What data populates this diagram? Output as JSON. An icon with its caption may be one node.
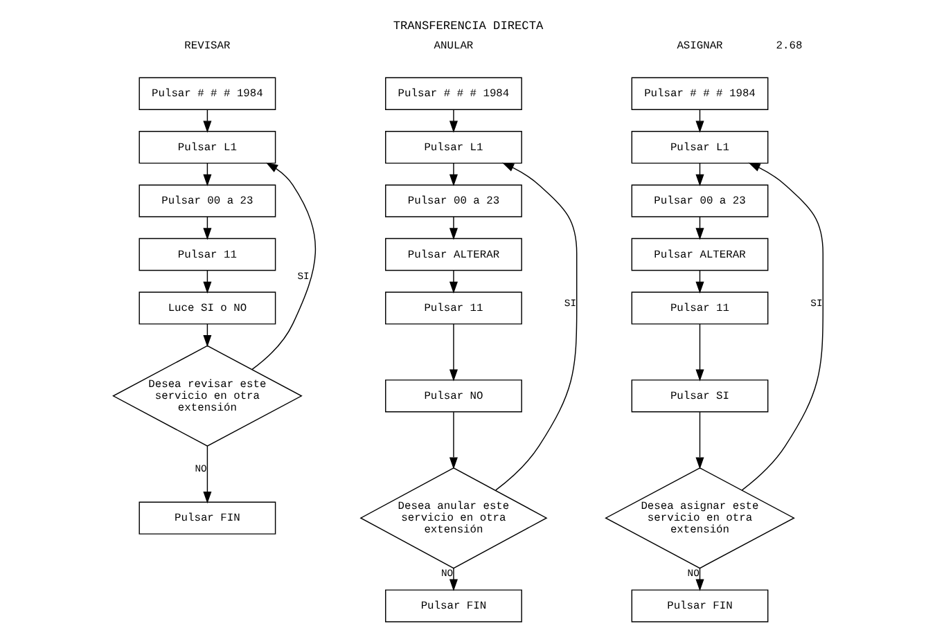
{
  "diagram": {
    "title": "TRANSFERENCIA DIRECTA",
    "nodes": [
      {
        "text": [
          "Pulsar # # # 1984"
        ]
      },
      {
        "text": [
          "Pulsar L1"
        ]
      },
      {
        "text": [
          "Pulsar 00 a 23"
        ]
      },
      {
        "text": [
          "Pulsar 11"
        ]
      },
      {
        "text": [
          "Luce SI o NO"
        ]
      },
      {
        "text": [
          "Desea revisar este servicio en otra extensión"
        ]
      },
      {
        "text": [
          "Pulsar FIN"
        ]
      },
      {
        "text": [
          "Pulsar # # # 1984"
        ]
      },
      {
        "text": [
          "Pulsar L1"
        ]
      },
      {
        "text": [
          "Pulsar 00 a 23"
        ]
      },
      {
        "text": [
          "Pulsar ALTERAR"
        ]
      },
      {
        "text": [
          "Pulsar 11"
        ]
      },
      {
        "text": [
          "Pulsar NO"
        ]
      },
      {
        "text": [
          "Desea anular este servicio en otra extensión"
        ]
      },
      {
        "text": [
          "Pulsar FIN"
        ]
      },
      {
        "text": [
          "Pulsar # # # 1984"
        ]
      },
      {
        "text": [
          "Pulsar L1"
        ]
      },
      {
        "text": [
          "Pulsar 00 a 23"
        ]
      },
      {
        "text": [
          "Pulsar ALTERAR"
        ]
      },
      {
        "text": [
          "Pulsar 11"
        ]
      },
      {
        "text": [
          "Pulsar SI"
        ]
      },
      {
        "text": [
          "Desea asignar este servicio en otra extensión"
        ]
      },
      {
        "text": [
          "Pulsar FIN"
        ]
      }
    ],
    "edges": [
      {
        "from": 0,
        "to": 1,
        "arrow": "to"
      },
      {
        "from": 1,
        "to": 2,
        "arrow": "to"
      },
      {
        "from": 2,
        "to": 3,
        "arrow": "to"
      },
      {
        "from": 3,
        "to": 4,
        "arrow": "to"
      },
      {
        "from": 4,
        "to": 5,
        "arrow": "to"
      },
      {
        "from": 5,
        "to": 6,
        "arrow": "to",
        "label": "NO"
      },
      {
        "from": 5,
        "to": 1,
        "arrow": "to",
        "label": "SI"
      },
      {
        "from": 7,
        "to": 8,
        "arrow": "to"
      },
      {
        "from": 8,
        "to": 9,
        "arrow": "to"
      },
      {
        "from": 9,
        "to": 10,
        "arrow": "to"
      },
      {
        "from": 10,
        "to": 11,
        "arrow": "to"
      },
      {
        "from": 11,
        "to": 12,
        "arrow": "to"
      },
      {
        "from": 12,
        "to": 13,
        "arrow": "to"
      },
      {
        "from": 13,
        "to": 14,
        "arrow": "to",
        "label": "NO"
      },
      {
        "from": 13,
        "to": 8,
        "arrow": "to",
        "label": "SI"
      },
      {
        "from": 15,
        "to": 16,
        "arrow": "to"
      },
      {
        "from": 16,
        "to": 17,
        "arrow": "to"
      },
      {
        "from": 17,
        "to": 18,
        "arrow": "to"
      },
      {
        "from": 18,
        "to": 19,
        "arrow": "to"
      },
      {
        "from": 19,
        "to": 20,
        "arrow": "to"
      },
      {
        "from": 20,
        "to": 21,
        "arrow": "to"
      },
      {
        "from": 21,
        "to": 22,
        "arrow": "to",
        "label": "NO"
      },
      {
        "from": 21,
        "to": 16,
        "arrow": "to",
        "label": "SI"
      }
    ],
    "labels": [
      "2.68",
      "REVISAR",
      "ANULAR",
      "ASIGNAR"
    ]
  }
}
